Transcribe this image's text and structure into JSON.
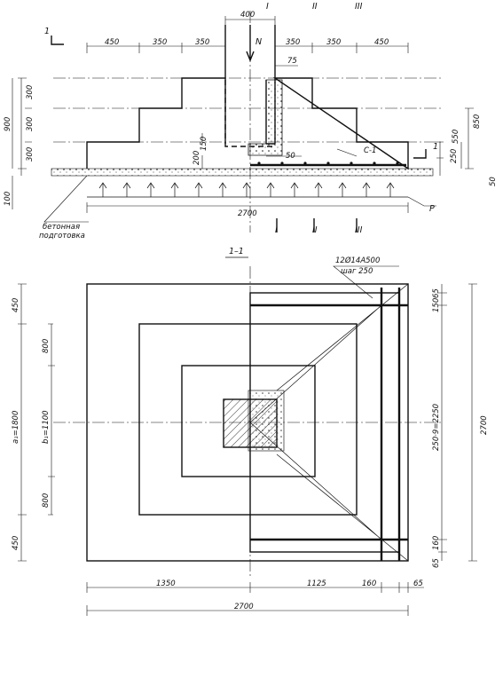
{
  "section_marks": {
    "one_left": "1",
    "one_right": "1",
    "roman_1": "I",
    "roman_2": "II",
    "roman_3": "III",
    "roman_1b": "I",
    "roman_2b": "II",
    "roman_3b": "III"
  },
  "top_view": {
    "dim_top_column": "400",
    "dims_top_left": [
      "450",
      "350",
      "350"
    ],
    "dims_top_right": [
      "350",
      "350",
      "450"
    ],
    "force_label": "N",
    "cover_75": "75",
    "dims_left": [
      "300",
      "300",
      "300"
    ],
    "dim_left_total": "900",
    "dim_left_base": "100",
    "dims_right": [
      "550",
      "250"
    ],
    "dim_right_850": "850",
    "dim_right_50": "50",
    "dim_150": "150",
    "dim_200": "200",
    "dim_50": "50",
    "mesh_label": "С-1",
    "dim_bottom": "2700",
    "pressure_label": "P",
    "note_line1": "бетонная",
    "note_line2": "подготовка"
  },
  "plan_view": {
    "section_title": "1–1",
    "rebar_line1": "12Ø14А500",
    "rebar_line2": "шаг 250",
    "dims_left": [
      "450",
      "a₁=1800",
      "450"
    ],
    "dim_800_top": "800",
    "dim_b": "b₁=1100",
    "dim_800_bottom": "800",
    "dims_right_inner": [
      "150",
      "250·9=2250",
      "160"
    ],
    "dims_right_edge": [
      "65",
      "65"
    ],
    "dim_right_total": "2700",
    "dims_bottom": [
      "1350",
      "1125",
      "160",
      "65"
    ],
    "dim_bottom_total": "2700"
  }
}
